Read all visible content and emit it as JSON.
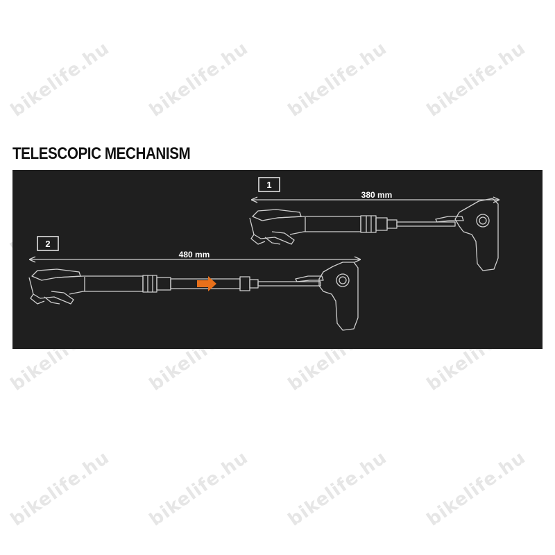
{
  "title": "TELESCOPIC MECHANISM",
  "watermark": "bikelife.hu",
  "panels": [
    {
      "number": "1",
      "length": "380 mm",
      "state": "retracted"
    },
    {
      "number": "2",
      "length": "480 mm",
      "state": "extended"
    }
  ],
  "colors": {
    "panel_bg": "#1f1f1f",
    "line": "#cfcfcf",
    "arrow": "#e8701a",
    "watermark": "#e6e6e6"
  }
}
